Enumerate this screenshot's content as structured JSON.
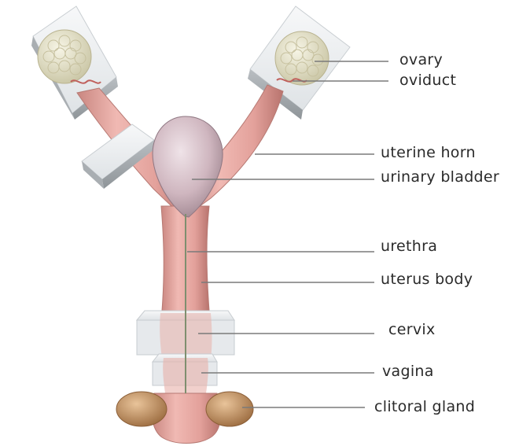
{
  "diagram": {
    "labels": [
      {
        "id": "ovary",
        "text": "ovary"
      },
      {
        "id": "oviduct",
        "text": "oviduct"
      },
      {
        "id": "uterine-horn",
        "text": "uterine horn"
      },
      {
        "id": "urinary-bladder",
        "text": "urinary bladder"
      },
      {
        "id": "urethra",
        "text": "urethra"
      },
      {
        "id": "uterus-body",
        "text": "uterus body"
      },
      {
        "id": "cervix",
        "text": "cervix"
      },
      {
        "id": "vagina",
        "text": "vagina"
      },
      {
        "id": "clitoral-gland",
        "text": "clitoral gland"
      }
    ]
  },
  "colors": {
    "tissue": "#e7a9a3",
    "tissue_dark": "#c9817b",
    "bladder": "#cdb7bf",
    "ovary": "#e9e6cf",
    "gland": "#c89b6c",
    "block": "#e9ecef",
    "leader": "#7a7a7a"
  }
}
